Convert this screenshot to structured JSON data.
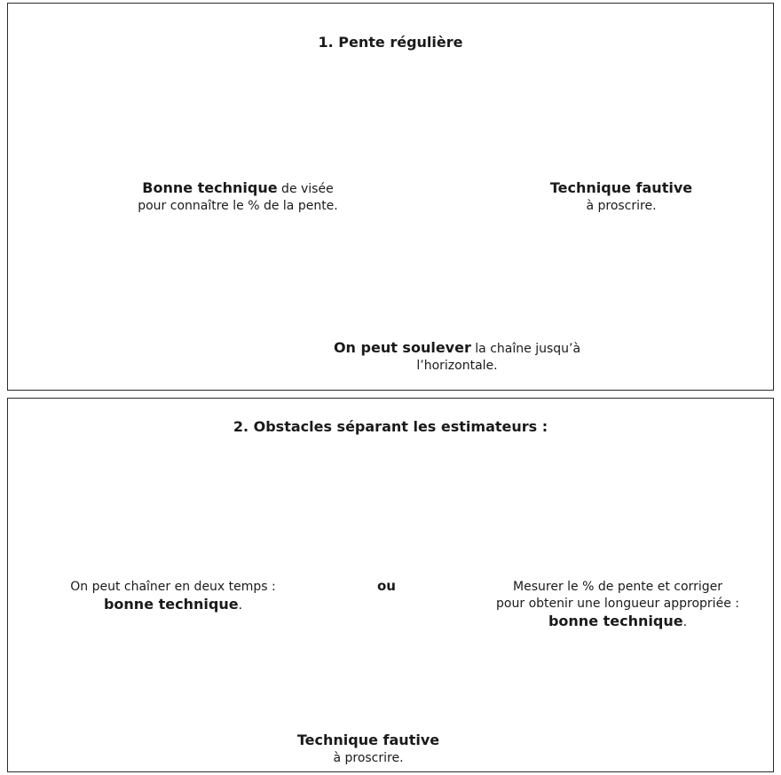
{
  "panel1": {
    "title": "1. Pente régulière",
    "sceneA": {
      "bold": "Bonne technique",
      "rest": " de visée pour connaître le % de la pente."
    },
    "sceneB": {
      "bold": "Technique fautive",
      "rest": "à proscrire."
    },
    "sceneC": {
      "bold": "On peut soulever",
      "rest": " la chaîne jusqu’à l’horizontale."
    }
  },
  "panel2": {
    "title": "2. Obstacles séparant les estimateurs :",
    "sceneA": {
      "line1": "On peut chaîner en deux temps :",
      "bold": "bonne technique",
      "end": "."
    },
    "connector": "ou",
    "sceneB": {
      "line1": "Mesurer le % de pente et corriger",
      "line2": "pour obtenir une longueur appropriée :",
      "bold": "bonne technique",
      "end": "."
    },
    "sceneC": {
      "bold": "Technique fautive",
      "rest": "à proscrire."
    }
  },
  "colors": {
    "ink": "#1a1a1a",
    "ground": "#6a6a6a",
    "border": "#2a2a2a"
  },
  "icons": [
    "surveyor-figure",
    "ghost-surveyor-figure"
  ]
}
